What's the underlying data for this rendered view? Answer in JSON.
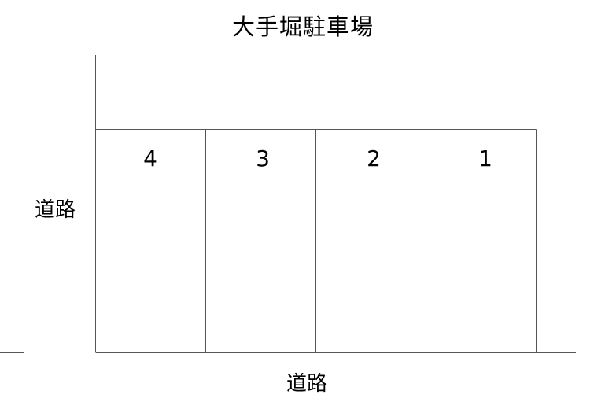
{
  "title": "大手堀駐車場",
  "roads": {
    "left_label": "道路",
    "bottom_label": "道路"
  },
  "spots": [
    {
      "label": "4"
    },
    {
      "label": "3"
    },
    {
      "label": "2"
    },
    {
      "label": "1"
    }
  ],
  "colors": {
    "line": "#555555",
    "text": "#000000",
    "background": "#ffffff"
  }
}
